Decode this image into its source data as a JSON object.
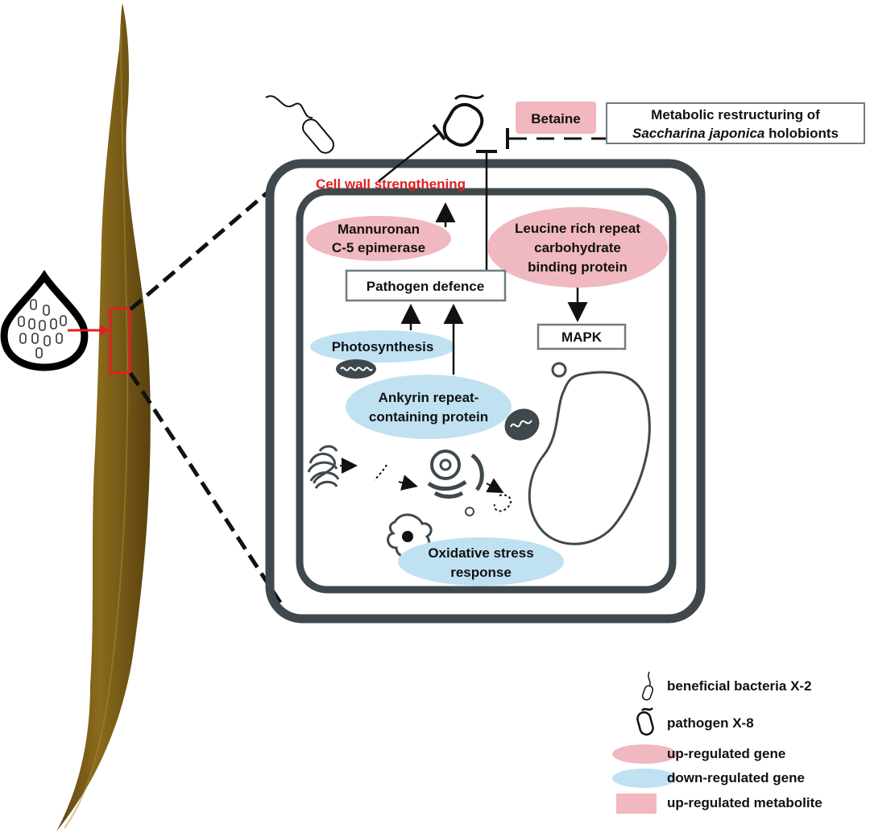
{
  "colors": {
    "up_gene": "#f0b8c0",
    "down_gene": "#bfe1f2",
    "up_metabolite": "#f2b7bf",
    "cell_wall": "#3f484d",
    "red_label": "#e02020",
    "kelp": "#7a5a14",
    "highlight": "#e02020"
  },
  "labels": {
    "cell_wall_strengthening": "Cell wall strengthening",
    "mannuronan_line1": "Mannuronan",
    "mannuronan_line2": "C-5 epimerase",
    "lrr_line1": "Leucine rich repeat",
    "lrr_line2": "carbohydrate",
    "lrr_line3": "binding protein",
    "pathogen_defence": "Pathogen defence",
    "mapk": "MAPK",
    "photosynthesis": "Photosynthesis",
    "ankyrin_line1": "Ankyrin repeat-",
    "ankyrin_line2": "containing protein",
    "oxidative_line1": "Oxidative stress",
    "oxidative_line2": "response",
    "betaine": "Betaine",
    "metabolic_line1": "Metabolic restructuring of",
    "metabolic_line2_italic": "Saccharina japonica",
    "metabolic_line2_rest": "holobionts"
  },
  "legend": [
    {
      "icon": "beneficial-bacteria-icon",
      "label": "beneficial bacteria X-2"
    },
    {
      "icon": "pathogen-icon",
      "label": "pathogen X-8"
    },
    {
      "icon": "up-gene-swatch",
      "label": "up-regulated gene"
    },
    {
      "icon": "down-gene-swatch",
      "label": "down-regulated gene"
    },
    {
      "icon": "up-metabolite-swatch",
      "label": "up-regulated metabolite"
    }
  ]
}
